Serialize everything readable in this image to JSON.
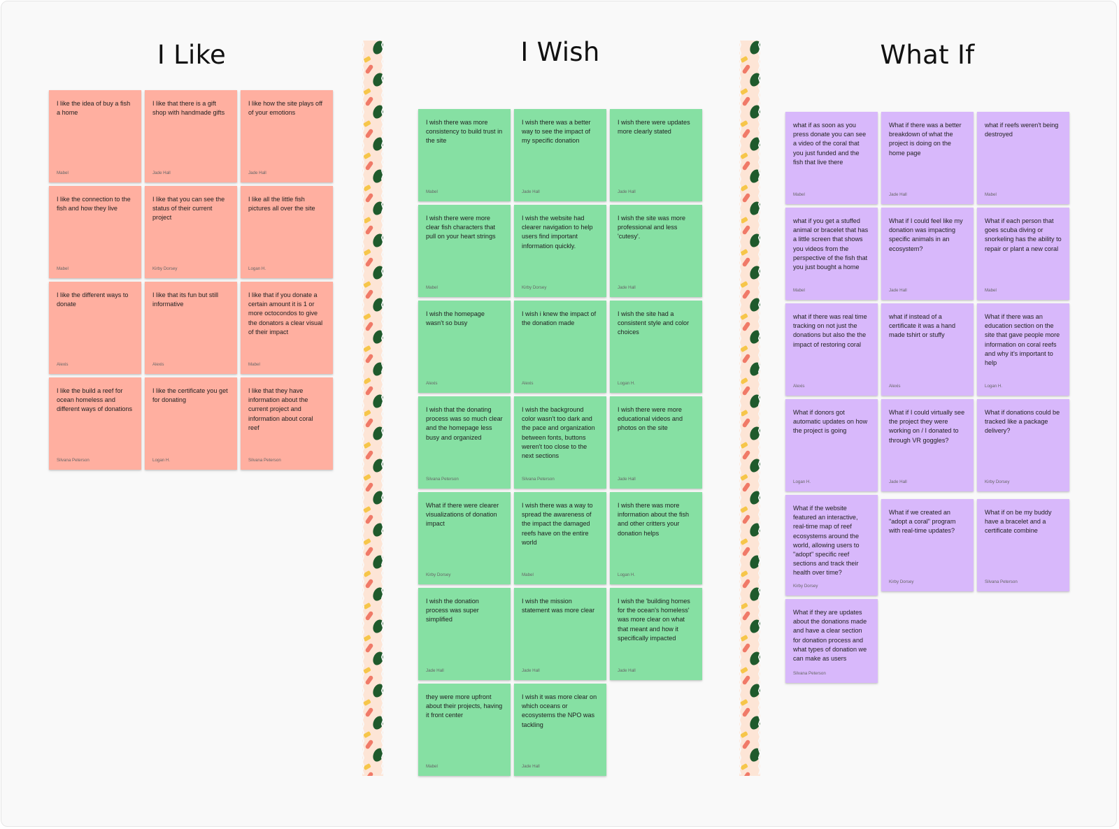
{
  "board": {
    "columns": [
      {
        "title": "I Like",
        "notes": [
          {
            "text": "I like the idea of buy a fish a home",
            "author": "Mabel"
          },
          {
            "text": "I like that there is a gift shop with handmade gifts",
            "author": "Jade Hall"
          },
          {
            "text": "I like how the site plays off of your emotions",
            "author": "Jade Hall"
          },
          {
            "text": "I like the connection to the fish and how they live",
            "author": "Mabel"
          },
          {
            "text": "I like that you can see the status of their current project",
            "author": "Kirby Dorsey"
          },
          {
            "text": "I like all the little fish pictures all over the site",
            "author": "Logan H."
          },
          {
            "text": "I like the different ways to donate",
            "author": "Alexis"
          },
          {
            "text": "I like that its fun but still informative",
            "author": "Alexis"
          },
          {
            "text": "I like that if you donate a certain amount it is 1 or more octocondos to give the donators a clear visual of their impact",
            "author": "Mabel"
          },
          {
            "text": "I like the build a reef for ocean homeless and different ways of donations",
            "author": "Silvana Peterson"
          },
          {
            "text": "I like the certificate you get for donating",
            "author": "Logan H."
          },
          {
            "text": "I like that they have information about the current project and information about coral reef",
            "author": "Silvana Peterson"
          }
        ]
      },
      {
        "title": "I Wish",
        "notes": [
          {
            "text": "I wish there was more consistency to build trust in the site",
            "author": "Mabel"
          },
          {
            "text": "I wish there was a better way to see the impact of my specific donation",
            "author": "Jade Hall"
          },
          {
            "text": "I wish there were updates more clearly stated",
            "author": "Jade Hall"
          },
          {
            "text": "I wish there were more clear fish characters that pull on your heart strings",
            "author": "Mabel"
          },
          {
            "text": "I wish the website had clearer navigation to help users find important information quickly.",
            "author": "Kirby Dorsey"
          },
          {
            "text": "I wish the site was more professional and less 'cutesy'.",
            "author": "Jade Hall"
          },
          {
            "text": "I wish the homepage wasn't so busy",
            "author": "Alexis"
          },
          {
            "text": "I wish i knew the impact of the donation made",
            "author": "Alexis"
          },
          {
            "text": "I wish the site had a consistent style and color choices",
            "author": "Logan H."
          },
          {
            "text": "I wish that the donating process was so much clear and the homepage less busy and organized",
            "author": "Silvana Peterson"
          },
          {
            "text": "I wish the background color wasn't too dark and the pace and organization between fonts, buttons weren't too close to the next sections",
            "author": "Silvana Peterson"
          },
          {
            "text": "I wish there were more educational videos and photos on the site",
            "author": "Jade Hall"
          },
          {
            "text": "What if there were clearer visualizations of donation impact",
            "author": "Kirby Dorsey"
          },
          {
            "text": "I wish there was a way to spread the awareness of the impact the damaged reefs have on the entire world",
            "author": "Mabel"
          },
          {
            "text": "I wish there was more information about the fish and other critters your donation helps",
            "author": "Logan H."
          },
          {
            "text": "I wish the donation process was super simplified",
            "author": "Jade Hall"
          },
          {
            "text": "I wish the mission statement was more clear",
            "author": "Jade Hall"
          },
          {
            "text": "I wish the 'building homes for the ocean's homeless' was more clear on what that meant and how it specifically impacted",
            "author": "Jade Hall"
          },
          {
            "text": "they were more upfront about their projects, having it front center",
            "author": "Mabel"
          },
          {
            "text": "I wish it was more clear on which oceans or ecosystems the NPO was tackling",
            "author": "Jade Hall"
          }
        ]
      },
      {
        "title": "What If",
        "notes": [
          {
            "text": "what if as soon as you press donate you can see a video of the coral that you just funded and the fish that live there",
            "author": "Mabel"
          },
          {
            "text": "What if there was a better breakdown of what the project is doing on the home page",
            "author": "Jade Hall"
          },
          {
            "text": "what if reefs weren't being destroyed",
            "author": "Mabel"
          },
          {
            "text": "what if you get a stuffed animal or bracelet that has a little screen that shows you videos from the perspective of the fish that you just bought a home",
            "author": "Mabel"
          },
          {
            "text": "What if I could feel like my donation was impacting specific animals in an ecosystem?",
            "author": "Jade Hall"
          },
          {
            "text": "What if each person that goes scuba diving or snorkeling has the ability to repair or plant a new coral",
            "author": "Mabel"
          },
          {
            "text": "what if there was real time tracking on not just the donations but also the the impact of restoring coral",
            "author": "Alexis"
          },
          {
            "text": "what if instead of a certificate it was a hand made tshirt or stuffy",
            "author": "Alexis"
          },
          {
            "text": "What if there was an education section on the site that gave people more information on coral reefs and why it's important to help",
            "author": "Logan H."
          },
          {
            "text": "What if donors got automatic updates on how the project is going",
            "author": "Logan H."
          },
          {
            "text": "What if I could virtually see the project they were working on / I donated to through VR goggles?",
            "author": "Jade Hall"
          },
          {
            "text": "What if donations could be tracked like a package delivery?",
            "author": "Kirby Dorsey"
          },
          {
            "text": "What if the website featured an interactive, real-time map of reef ecosystems around the world, allowing users to \"adopt\" specific reef sections and track their health over time?",
            "author": "Kirby Dorsey"
          },
          {
            "text": "What if we created an \"adopt a coral\" program with real-time updates?",
            "author": "Kirby Dorsey"
          },
          {
            "text": "What if on be my buddy have a bracelet and a certificate combine",
            "author": "Silvana Peterson"
          },
          {
            "text": "What if they are updates about the donations made and have a clear section for donation process and what types of donation we can make as users",
            "author": "Silvana Peterson"
          }
        ]
      }
    ]
  },
  "colors": {
    "like_note": "#ffafa0",
    "wish_note": "#86e0a3",
    "whatif_note": "#d8b8fb",
    "tape_background": "#fde5d6",
    "tape_salmon": "#f07a68",
    "tape_nori": "#1f5a2c",
    "tape_egg": "#f6c64a"
  },
  "decorations": {
    "divider_pattern": "sushi-tape"
  }
}
